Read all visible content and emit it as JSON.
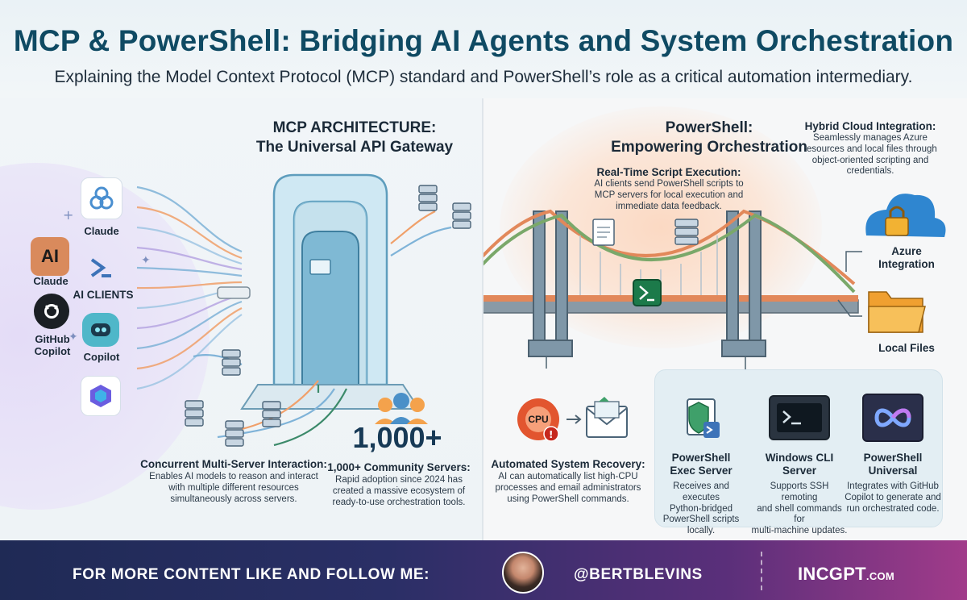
{
  "header": {
    "title": "MCP & PowerShell: Bridging AI Agents and System Orchestration",
    "subtitle": "Explaining the Model Context Protocol (MCP) standard and PowerShell’s role as a critical automation intermediary."
  },
  "left": {
    "section_title": [
      "MCP ARCHITECTURE:",
      "The Universal API Gateway"
    ],
    "clients": {
      "claude_top": "Claude",
      "claude_ai_glyph": "AI",
      "claude_left": "Claude",
      "ai_clients": "AI CLIENTS",
      "github_copilot": [
        "GitHub",
        "Copilot"
      ],
      "copilot": "Copilot"
    },
    "concurrent": {
      "title": "Concurrent Multi-Server Interaction:",
      "text": [
        "Enables AI models to reason and interact",
        "with multiple different resources",
        "simultaneously across servers."
      ]
    },
    "community": {
      "big_number": "1,000+",
      "title": "1,000+ Community Servers:",
      "text": [
        "Rapid adoption since 2024 has",
        "created a massive ecosystem of",
        "ready-to-use orchestration tools."
      ]
    }
  },
  "right": {
    "section_title": [
      "PowerShell:",
      "Empowering Orchestration"
    ],
    "realtime": {
      "title": "Real-Time Script Execution:",
      "text": [
        "AI clients send PowerShell scripts to",
        "MCP servers for local execution and",
        "immediate data feedback."
      ]
    },
    "hybrid": {
      "title": "Hybrid Cloud Integration:",
      "text": [
        "Seamlessly manages Azure",
        "resources and local files through",
        "object-oriented scripting and",
        "credentials."
      ]
    },
    "azure_label": [
      "Azure",
      "Integration"
    ],
    "local_files_label": "Local Files",
    "cpu_glyph": "CPU",
    "recovery": {
      "title": "Automated System Recovery:",
      "text": [
        "AI can automatically list high-CPU",
        "processes and email administrators",
        "using PowerShell commands."
      ]
    },
    "servers": [
      {
        "title": [
          "PowerShell",
          "Exec Server"
        ],
        "text": [
          "Receives and executes",
          "Python-bridged",
          "PowerShell scripts",
          "locally."
        ]
      },
      {
        "title": [
          "Windows CLI",
          "Server"
        ],
        "text": [
          "Supports SSH remoting",
          "and shell commands for",
          "multi-machine updates."
        ]
      },
      {
        "title": [
          "PowerShell",
          "Universal"
        ],
        "text": [
          "Integrates with GitHub",
          "Copilot to generate and",
          "run orchestrated code."
        ]
      }
    ]
  },
  "footer": {
    "cta": "FOR MORE CONTENT LIKE AND FOLLOW ME:",
    "handle": "@BERTBLEVINS",
    "brand": "INCGPT",
    "brand_suffix": ".COM"
  },
  "colors": {
    "title": "#0f4a63",
    "footer_start": "#1f2a55",
    "footer_end": "#a13b8a",
    "gateway": "#a9d3e6",
    "bridge_orange": "#e2885a",
    "bridge_green": "#7aa86a",
    "powershell_green": "#1c7a4a"
  }
}
